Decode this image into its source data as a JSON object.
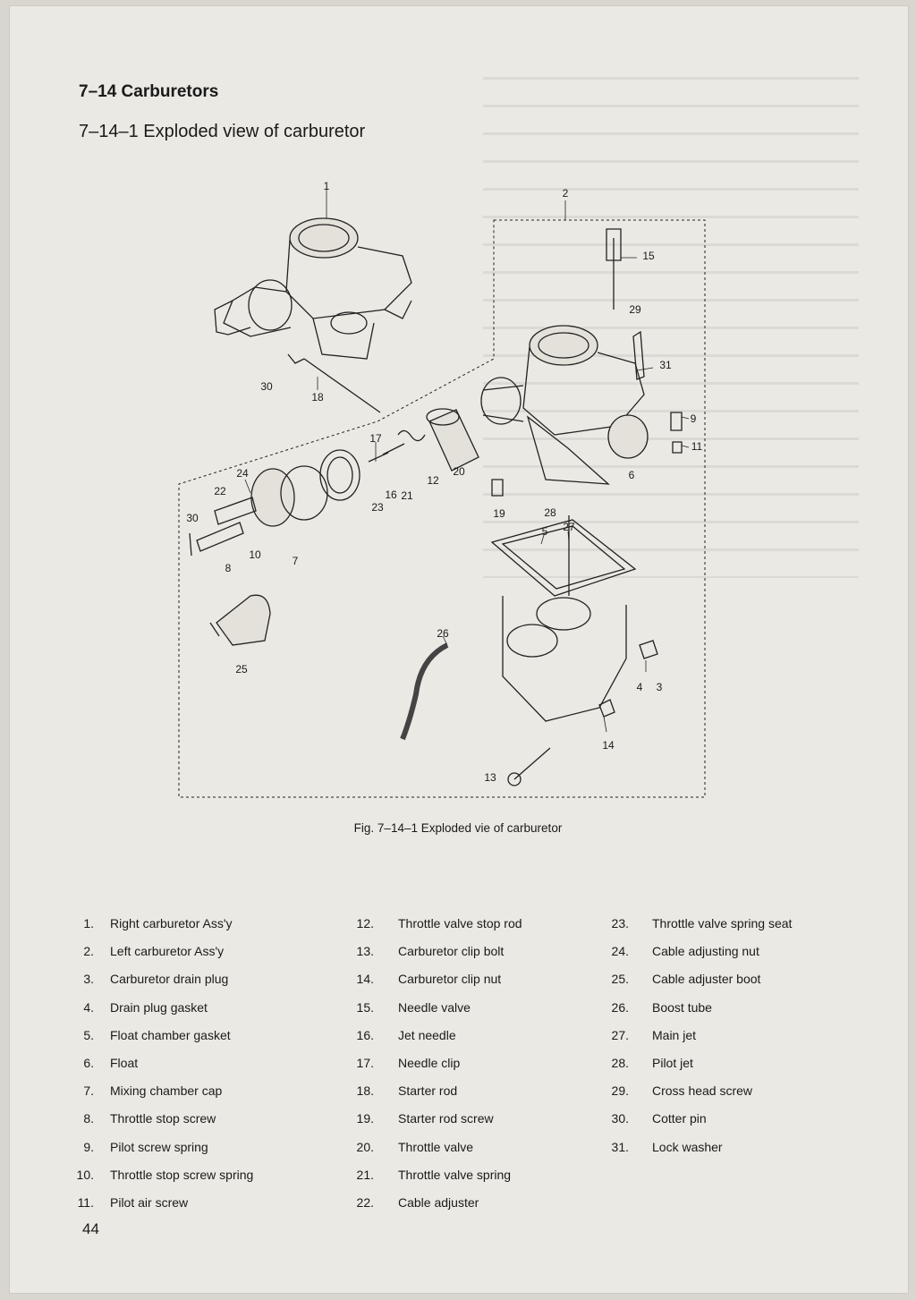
{
  "section": {
    "title": "7–14   Carburetors"
  },
  "subsection": {
    "title": "7–14–1   Exploded view of carburetor"
  },
  "figure": {
    "caption": "Fig. 7–14–1  Exploded vie of carburetor",
    "callouts": [
      {
        "label": "1"
      },
      {
        "label": "2"
      },
      {
        "label": "15"
      },
      {
        "label": "29"
      },
      {
        "label": "31"
      },
      {
        "label": "9"
      },
      {
        "label": "11"
      },
      {
        "label": "6"
      },
      {
        "label": "30"
      },
      {
        "label": "18"
      },
      {
        "label": "17"
      },
      {
        "label": "20"
      },
      {
        "label": "12"
      },
      {
        "label": "16"
      },
      {
        "label": "21"
      },
      {
        "label": "23"
      },
      {
        "label": "24"
      },
      {
        "label": "22"
      },
      {
        "label": "30"
      },
      {
        "label": "10"
      },
      {
        "label": "7"
      },
      {
        "label": "8"
      },
      {
        "label": "19"
      },
      {
        "label": "28"
      },
      {
        "label": "5"
      },
      {
        "label": "27"
      },
      {
        "label": "25"
      },
      {
        "label": "26"
      },
      {
        "label": "4"
      },
      {
        "label": "3"
      },
      {
        "label": "14"
      },
      {
        "label": "13"
      }
    ]
  },
  "parts": {
    "col1": [
      {
        "num": "1.",
        "name": "Right carburetor Ass'y"
      },
      {
        "num": "2.",
        "name": "Left carburetor Ass'y"
      },
      {
        "num": "3.",
        "name": "Carburetor drain plug"
      },
      {
        "num": "4.",
        "name": "Drain plug gasket"
      },
      {
        "num": "5.",
        "name": "Float chamber gasket"
      },
      {
        "num": "6.",
        "name": "Float"
      },
      {
        "num": "7.",
        "name": "Mixing chamber cap"
      },
      {
        "num": "8.",
        "name": "Throttle stop screw"
      },
      {
        "num": "9.",
        "name": "Pilot screw spring"
      },
      {
        "num": "10.",
        "name": "Throttle stop screw spring"
      },
      {
        "num": "11.",
        "name": "Pilot air screw"
      }
    ],
    "col2": [
      {
        "num": "12.",
        "name": "Throttle valve stop rod"
      },
      {
        "num": "13.",
        "name": "Carburetor clip bolt"
      },
      {
        "num": "14.",
        "name": "Carburetor clip nut"
      },
      {
        "num": "15.",
        "name": "Needle valve"
      },
      {
        "num": "16.",
        "name": "Jet needle"
      },
      {
        "num": "17.",
        "name": "Needle clip"
      },
      {
        "num": "18.",
        "name": "Starter rod"
      },
      {
        "num": "19.",
        "name": "Starter rod screw"
      },
      {
        "num": "20.",
        "name": "Throttle valve"
      },
      {
        "num": "21.",
        "name": "Throttle valve spring"
      },
      {
        "num": "22.",
        "name": "Cable adjuster"
      }
    ],
    "col3": [
      {
        "num": "23.",
        "name": "Throttle valve spring seat"
      },
      {
        "num": "24.",
        "name": "Cable adjusting nut"
      },
      {
        "num": "25.",
        "name": "Cable adjuster boot"
      },
      {
        "num": "26.",
        "name": "Boost tube"
      },
      {
        "num": "27.",
        "name": "Main jet"
      },
      {
        "num": "28.",
        "name": "Pilot jet"
      },
      {
        "num": "29.",
        "name": "Cross head screw"
      },
      {
        "num": "30.",
        "name": "Cotter pin"
      },
      {
        "num": "31.",
        "name": "Lock washer"
      }
    ]
  },
  "page_number": "44"
}
